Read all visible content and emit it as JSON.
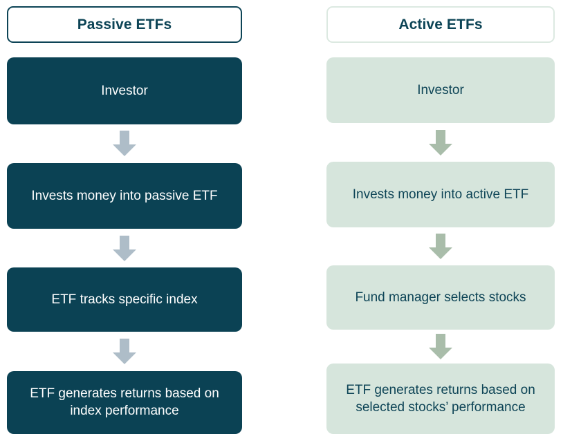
{
  "diagram": {
    "title_semantic": "passive-vs-active-etf-flowchart",
    "columns": [
      {
        "id": "passive",
        "header": "Passive ETFs",
        "box_color": "#0b4254",
        "text_color": "#ffffff",
        "border_color": "#0d4456",
        "arrow_color": "#aebdc8",
        "steps": [
          "Investor",
          "Invests money into passive ETF",
          "ETF tracks specific index",
          "ETF generates returns based on index performance"
        ]
      },
      {
        "id": "active",
        "header": "Active ETFs",
        "box_color": "#d6e5dc",
        "text_color": "#0d4456",
        "border_color": "#dce9e1",
        "arrow_color": "#a9bdaa",
        "steps": [
          "Investor",
          "Invests money into active ETF",
          "Fund manager selects stocks",
          "ETF generates returns based on selected stocks’ performance"
        ]
      }
    ],
    "icons": {
      "arrow": "down-block-arrow"
    }
  }
}
